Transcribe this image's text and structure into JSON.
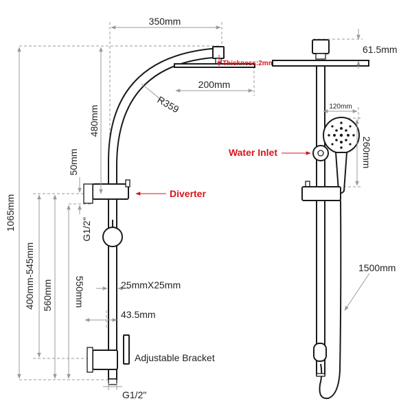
{
  "labels": {
    "top_width": "350mm",
    "thickness": "Thickness:2mm",
    "head_width": "200mm",
    "radius": "R359",
    "arm_height": "480mm",
    "total_height": "1065mm",
    "diverter_gap": "50mm",
    "diverter": "Diverter",
    "thread_top": "G1/2\"",
    "adjust_range": "400mm-545mm",
    "lower_560": "560mm",
    "lower_550": "550mm",
    "rail_section": "25mmX25mm",
    "bracket_depth": "43.5mm",
    "bracket": "Adjustable Bracket",
    "thread_bottom": "G1/2\"",
    "head_height": "61.5mm",
    "handheld_width": "120mm",
    "handheld_height": "260mm",
    "water_inlet": "Water Inlet",
    "hose_length": "1500mm"
  },
  "colors": {
    "line": "#1a1a1a",
    "dimension": "#9a9a9a",
    "accent": "#d7141a"
  }
}
